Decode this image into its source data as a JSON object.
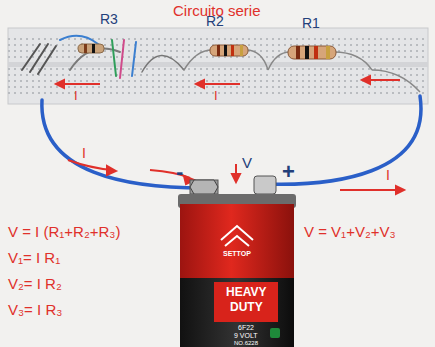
{
  "diagram": {
    "title": "Circuito serie",
    "labels": [
      "R3",
      "R2",
      "R1",
      "I",
      "I",
      "I",
      "I",
      "V",
      "-",
      "+",
      "V = I (R₁+R₂+R₃)",
      "V₁= I R₁",
      "V₂= I R₂",
      "V₃= I R₃",
      "V = V₁+V₂+V₃",
      "SETTOP",
      "HEAVY",
      "DUTY",
      "6F22",
      "9 VOLT",
      "NO.6228"
    ]
  }
}
